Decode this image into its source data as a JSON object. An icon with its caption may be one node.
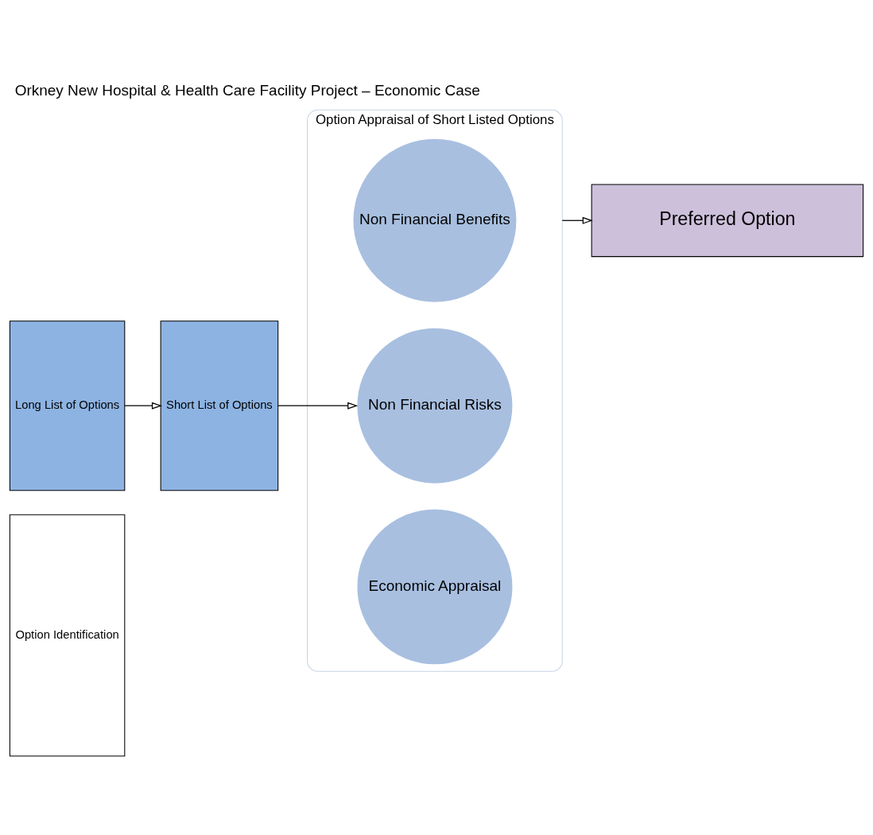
{
  "diagram": {
    "title": "Orkney New Hospital & Health Care Facility Project – Economic Case",
    "nodes": [
      {
        "text": [
          "Option Identification"
        ]
      },
      {
        "text": [
          "Long List of Options"
        ]
      },
      {
        "text": [
          "Short List of Options"
        ]
      },
      {
        "text": [
          "Option Appraisal of Short Listed Options"
        ]
      },
      {
        "text": [
          "Non Financial Benefits"
        ],
        "in": 3
      },
      {
        "text": [
          "Non Financial Risks"
        ],
        "in": 3
      },
      {
        "text": [
          "Economic Appraisal"
        ],
        "in": 3
      },
      {
        "text": [
          "Preferred Option"
        ]
      }
    ],
    "edges": [
      {
        "from": 1,
        "to": 2,
        "arrow": "to"
      },
      {
        "from": 2,
        "to": 5,
        "arrow": "to"
      },
      {
        "from": 3,
        "to": 7,
        "arrow": "to"
      }
    ]
  }
}
